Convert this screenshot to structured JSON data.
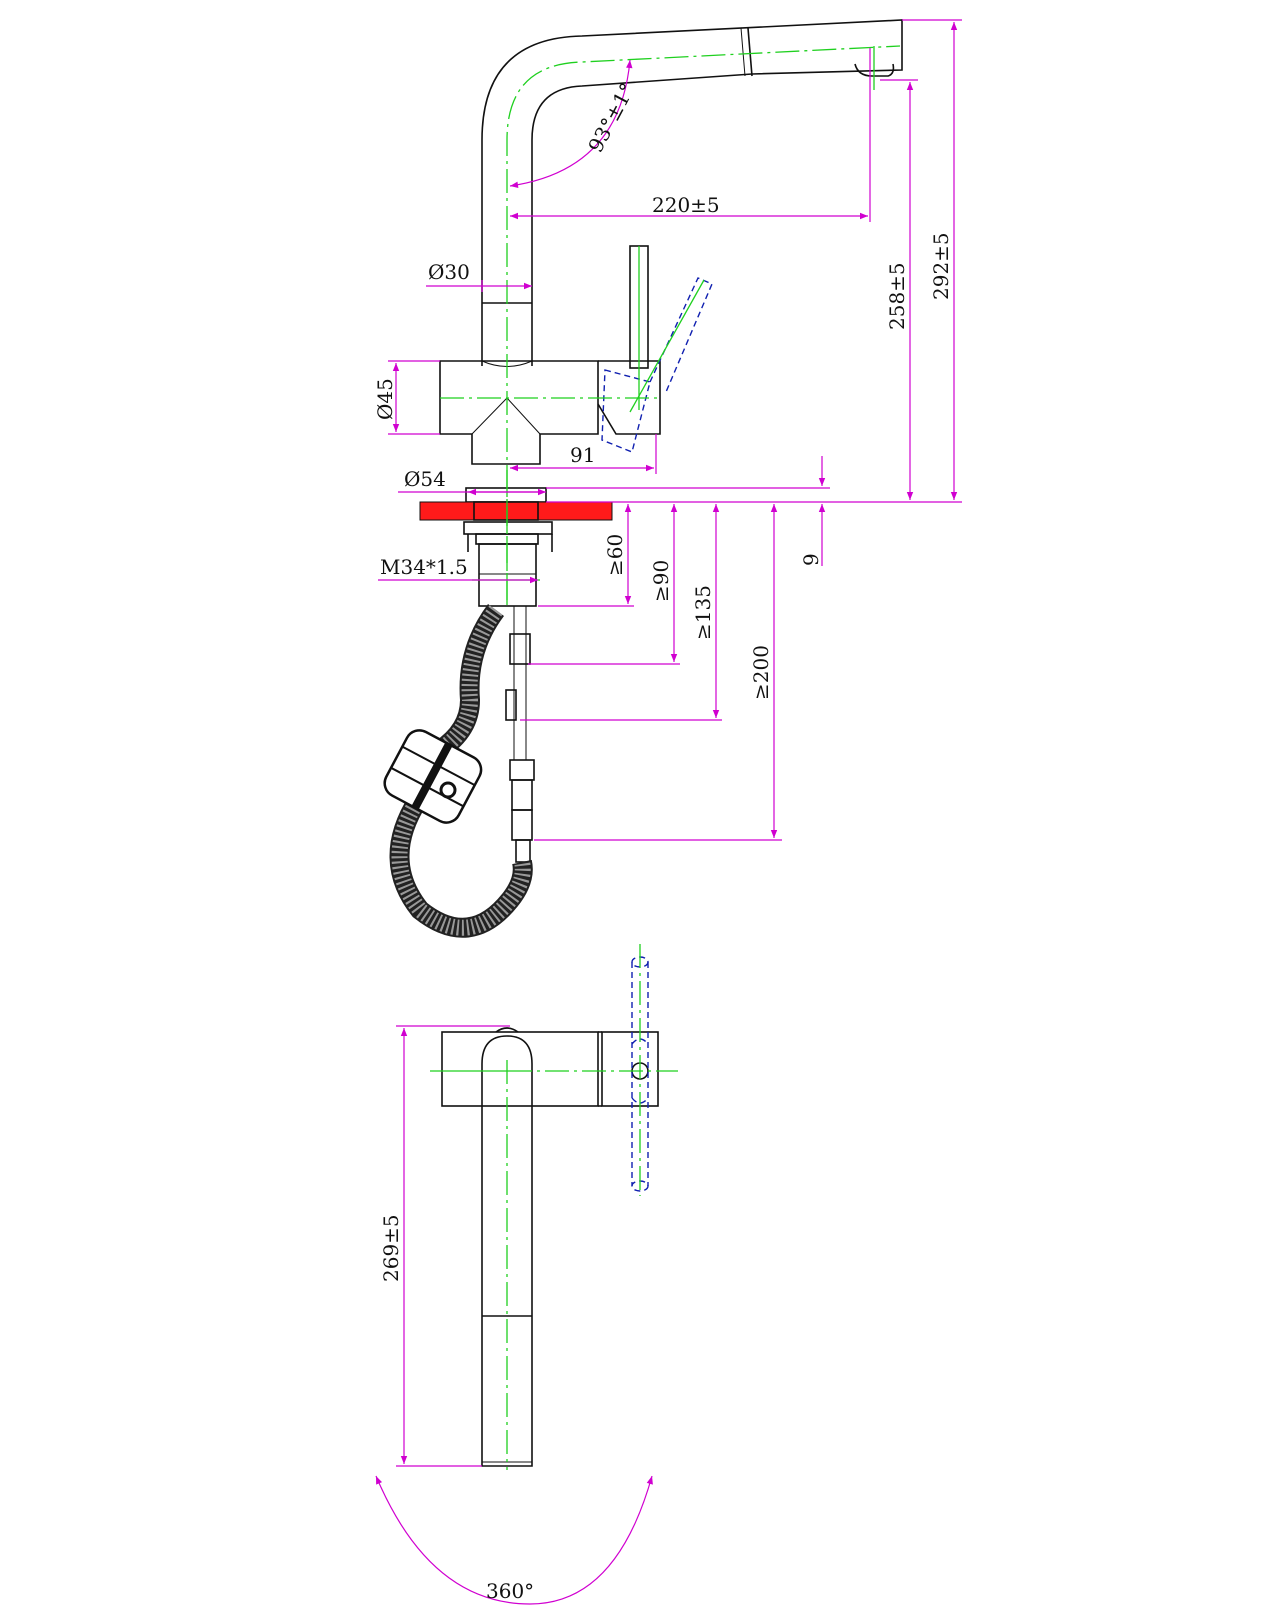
{
  "colors": {
    "outline": "#111111",
    "centerline": "#1fd01f",
    "dimension": "#d000d0",
    "hidden": "#1020b0",
    "countertop": "#ff1a1a"
  },
  "dimensions": {
    "angle": "93°±1°",
    "reach": "220±5",
    "spout_diameter": "Ø30",
    "height_outlet": "258±5",
    "height_total": "292±5",
    "body_diameter": "Ø45",
    "handle_offset": "91",
    "base_diameter": "Ø54",
    "thread": "M34*1.5",
    "min_60": "≥60",
    "min_90": "≥90",
    "min_135": "≥135",
    "min_200": "≥200",
    "base_height": "9",
    "top_length": "269±5",
    "rotation": "360°"
  }
}
